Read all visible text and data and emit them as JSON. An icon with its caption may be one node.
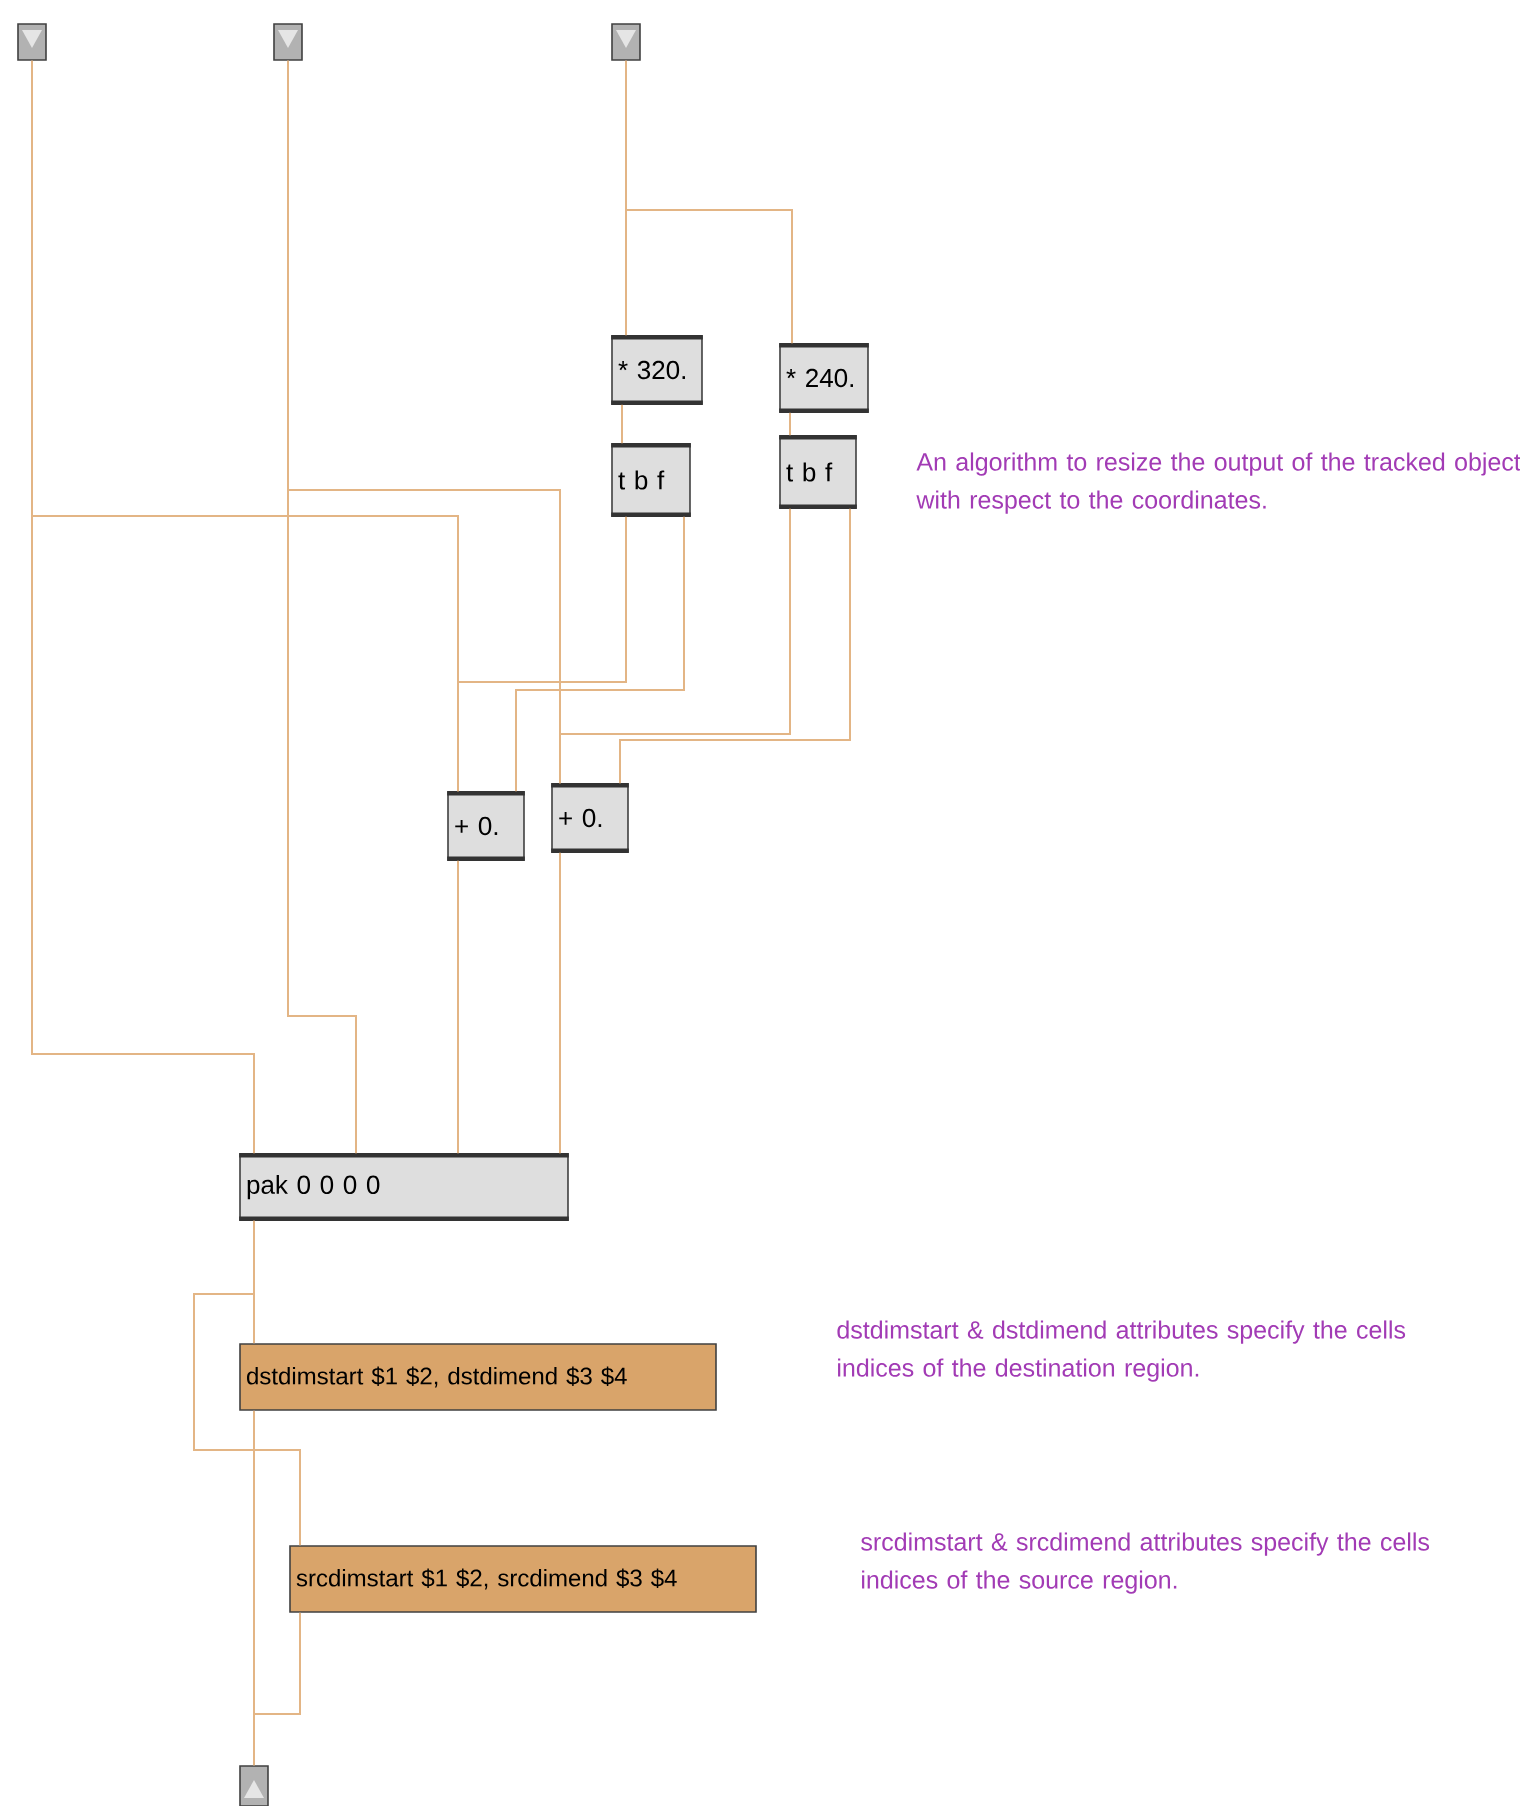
{
  "diagram": {
    "nodes": [
      {
        "text": [],
        "shape": "box"
      },
      {
        "text": [],
        "shape": "box"
      },
      {
        "text": [],
        "shape": "box"
      },
      {
        "text": [
          "* 320."
        ]
      },
      {
        "text": [
          "* 240."
        ]
      },
      {
        "text": [
          "t b f"
        ]
      },
      {
        "text": [
          "t b f"
        ]
      },
      {
        "text": [
          "+ 0."
        ]
      },
      {
        "text": [
          "+ 0."
        ]
      },
      {
        "text": [
          "pak 0 0 0 0"
        ]
      },
      {
        "text": [
          "dstdimstart $1 $2, dstdimend $3 $4"
        ]
      },
      {
        "text": [
          "srcdimstart $1 $2, srcdimend $3 $4"
        ]
      },
      {
        "text": [],
        "shape": "box"
      }
    ],
    "edges": [
      {
        "from": 2,
        "to": 3,
        "arrow": "none"
      },
      {
        "from": 2,
        "to": 4,
        "arrow": "none"
      },
      {
        "from": 3,
        "to": 5,
        "arrow": "none"
      },
      {
        "from": 4,
        "to": 6,
        "arrow": "none"
      },
      {
        "from": 0,
        "to": 7,
        "arrow": "none"
      },
      {
        "from": 0,
        "to": 9,
        "arrow": "none"
      },
      {
        "from": 1,
        "to": 8,
        "arrow": "none"
      },
      {
        "from": 1,
        "to": 9,
        "arrow": "none"
      },
      {
        "from": 5,
        "to": 7,
        "arrow": "none"
      },
      {
        "from": 5,
        "to": 7,
        "arrow": "none"
      },
      {
        "from": 6,
        "to": 8,
        "arrow": "none"
      },
      {
        "from": 6,
        "to": 8,
        "arrow": "none"
      },
      {
        "from": 7,
        "to": 9,
        "arrow": "none"
      },
      {
        "from": 8,
        "to": 9,
        "arrow": "none"
      },
      {
        "from": 9,
        "to": 10,
        "arrow": "none"
      },
      {
        "from": 9,
        "to": 11,
        "arrow": "none"
      },
      {
        "from": 10,
        "to": 12,
        "arrow": "none"
      },
      {
        "from": 11,
        "to": 12,
        "arrow": "none"
      }
    ],
    "labels": [
      "An algorithm to resize the output of the tracked object with respect to the coordinates.",
      "dstdimstart & dstdimend attributes specify the cells indices of the destination region.",
      "srcdimstart & srcdimend attributes specify the cells indices of the source region."
    ]
  }
}
